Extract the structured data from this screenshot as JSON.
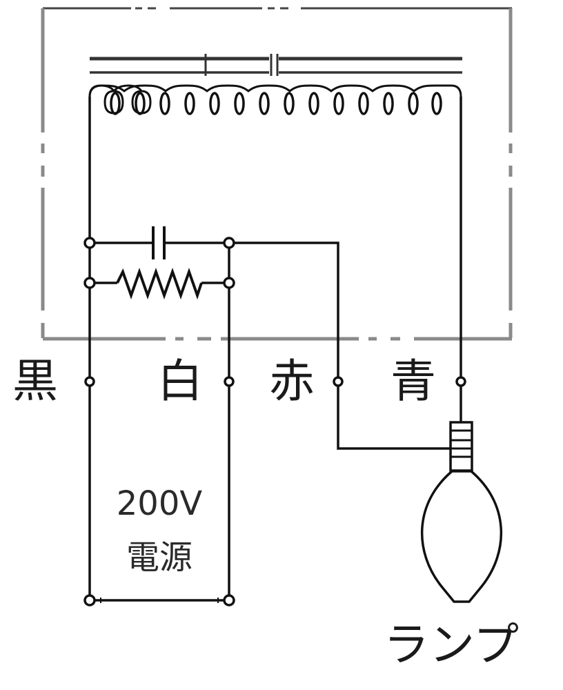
{
  "diagram": {
    "type": "circuit-schematic",
    "description": "Ballast (stabilizer) wiring diagram for a HID lamp",
    "colors": {
      "line": "#111111",
      "enclosure": "#8a8a8a",
      "background": "#ffffff"
    },
    "enclosure": {
      "style": "dash-dot",
      "label": ""
    },
    "components": {
      "transformer": {
        "name": "ballast-coil",
        "core_symbol": "||"
      },
      "capacitor": {
        "name": "capacitor"
      },
      "resistor": {
        "name": "discharge-resistor"
      },
      "lamp": {
        "name": "lamp"
      }
    },
    "terminals": [
      {
        "id": "black",
        "label": "黒"
      },
      {
        "id": "white",
        "label": "白"
      },
      {
        "id": "red",
        "label": "赤"
      },
      {
        "id": "blue",
        "label": "青"
      }
    ],
    "power_source": {
      "voltage": "200V",
      "label": "電源"
    },
    "lamp_label": "ランプ"
  }
}
